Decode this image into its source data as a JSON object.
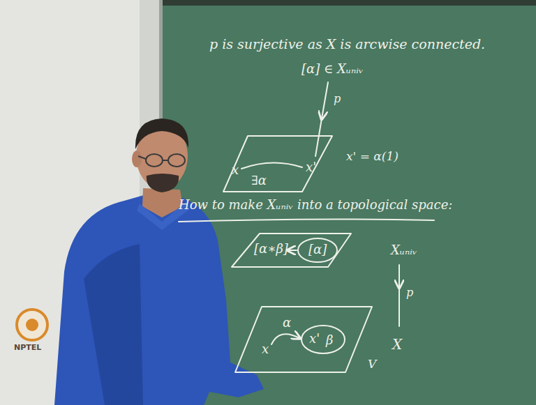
{
  "diagram": {
    "nodes": [
      {
        "text": [
          "x",
          "∃α",
          "x'"
        ]
      },
      {
        "text": [
          "[α∗β]"
        ]
      },
      {
        "text": [
          "[α]"
        ],
        "in": 1
      },
      {
        "text": [
          "x",
          "α"
        ]
      },
      {
        "text": [
          "x'",
          "β"
        ],
        "in": 3
      }
    ],
    "labels": [
      "p is surjective as X is arcwise connected.",
      "[α] ∈ Xᵤₙᵢᵥ",
      "p",
      "x' = α(1)",
      "How to make Xᵤₙᵢᵥ into a topological space:",
      "Xᵤₙᵢᵥ",
      "p",
      "X",
      "V",
      "NPTEL"
    ]
  }
}
